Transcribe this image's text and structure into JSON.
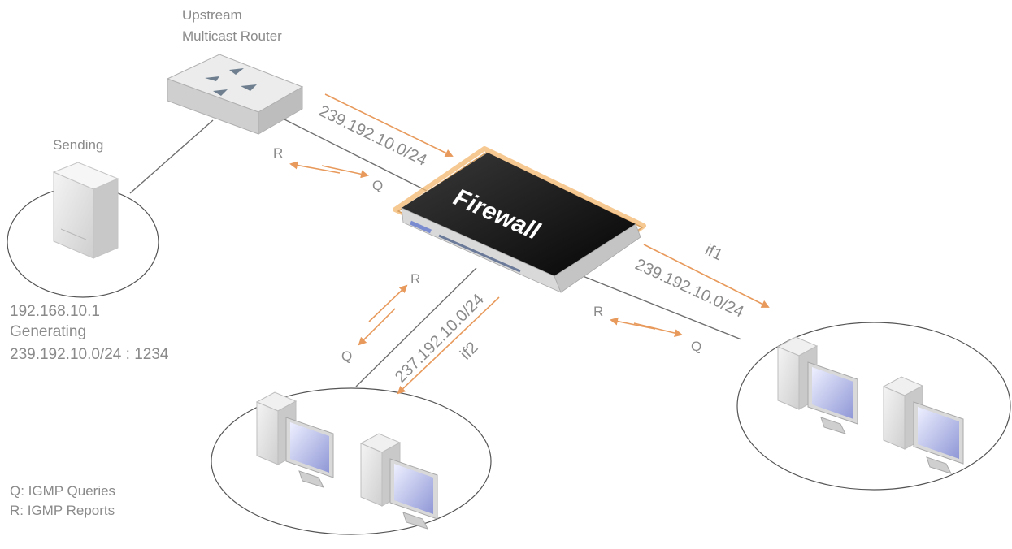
{
  "nodes": {
    "router_label_line1": "Upstream",
    "router_label_line2": "Multicast Router",
    "sender_label": "Sending",
    "sender_info_line1": "192.168.10.1",
    "sender_info_line2": "Generating",
    "sender_info_line3": "239.192.10.0/24 : 1234",
    "firewall_label": "Firewall"
  },
  "links": {
    "upstream_group": "239.192.10.0/24",
    "if1_name": "if1",
    "if1_group": "239.192.10.0/24",
    "if2_name": "if2",
    "if2_group": "237.192.10.0/24"
  },
  "messages": {
    "query_letter": "Q",
    "report_letter": "R"
  },
  "legend": {
    "line1": "Q: IGMP Queries",
    "line2": "R: IGMP Reports"
  },
  "colors": {
    "arrow": "#e89a5c",
    "firewall_body": "#1a1a1a",
    "firewall_glow": "#f3b56e"
  }
}
